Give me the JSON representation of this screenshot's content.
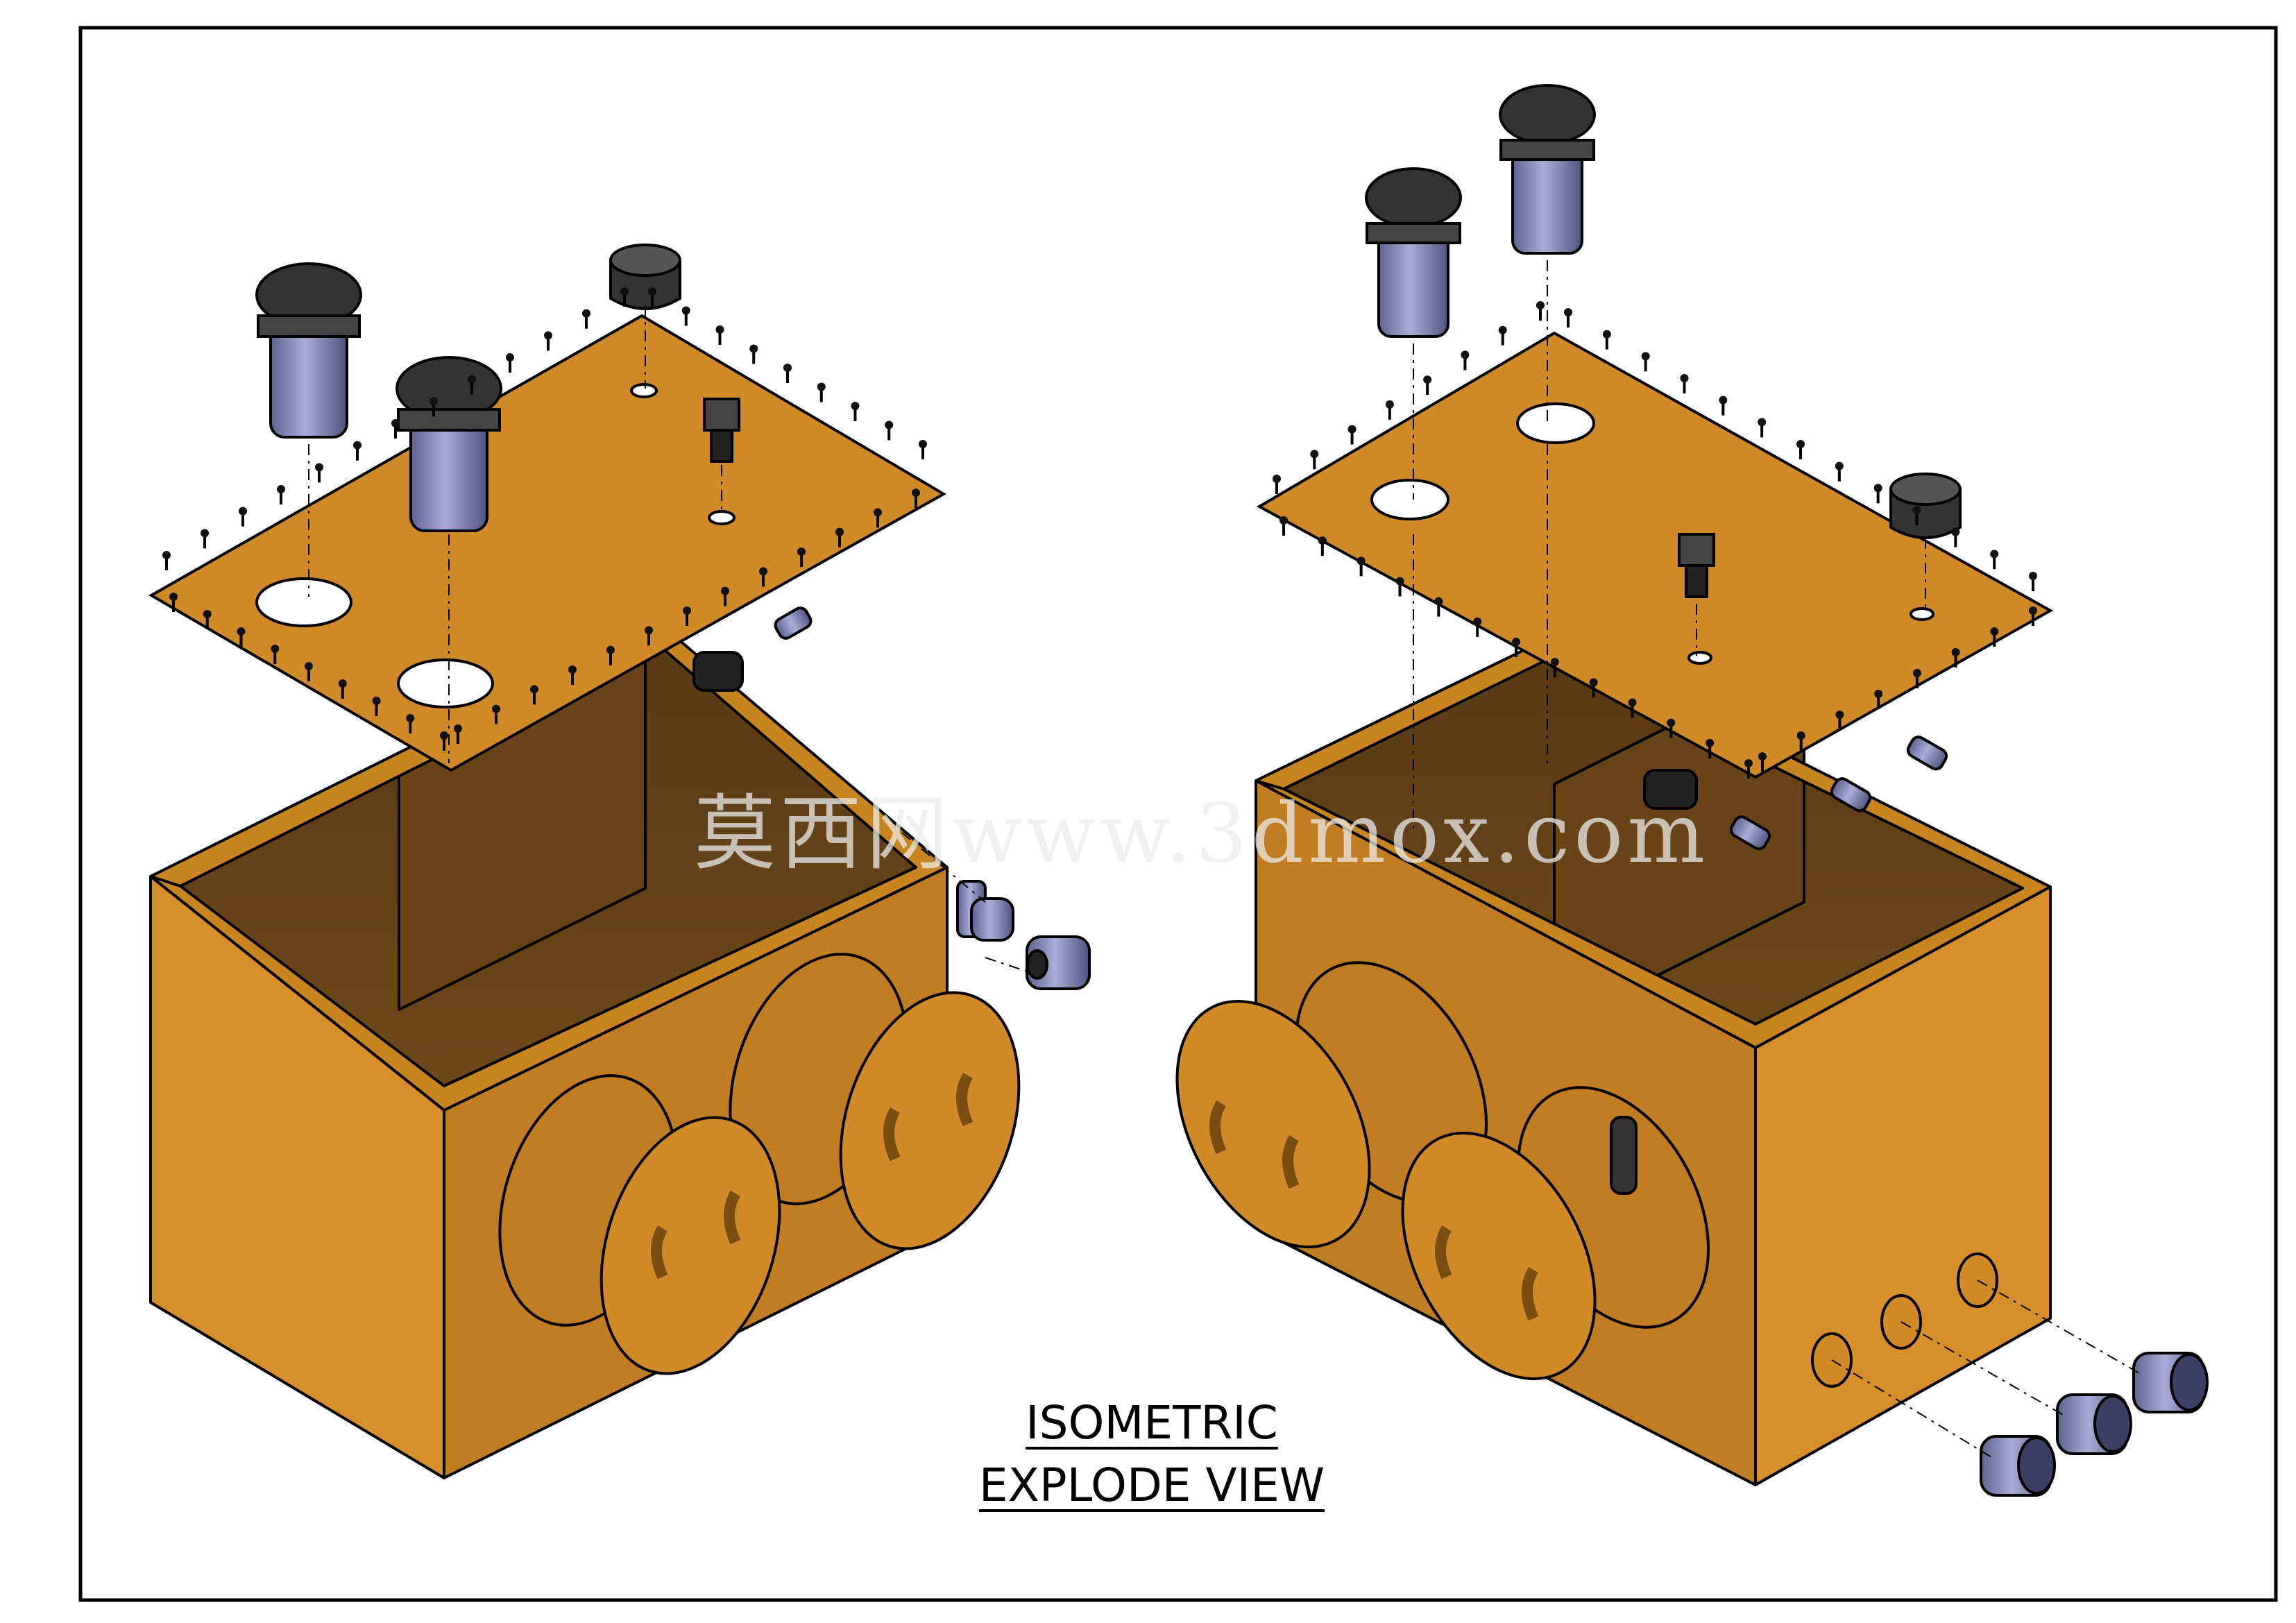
{
  "caption": {
    "line1": "ISOMETRIC",
    "line2": "EXPLODE VIEW"
  },
  "watermark": "莫西网www.3dmox.com",
  "colors": {
    "wall": "#d08a28",
    "wall_dark": "#5a3a14",
    "wall_mid": "#b57520",
    "outline": "#000000",
    "part_metal": "#7b7fae",
    "part_black": "#333333"
  },
  "views": [
    {
      "name": "left-isometric",
      "parts": [
        "tank-body",
        "top-cover-plate",
        "filter-housing",
        "filter-housing",
        "breather-cap",
        "oil-filler",
        "inspection-cover",
        "inspection-cover",
        "level-gauge",
        "drain-plug"
      ]
    },
    {
      "name": "right-isometric",
      "parts": [
        "tank-body",
        "top-cover-plate",
        "filter-housing",
        "filter-housing",
        "breather-cap",
        "oil-filler",
        "inspection-cover",
        "inspection-cover",
        "level-gauge",
        "port-plug",
        "port-plug",
        "port-plug"
      ]
    }
  ]
}
